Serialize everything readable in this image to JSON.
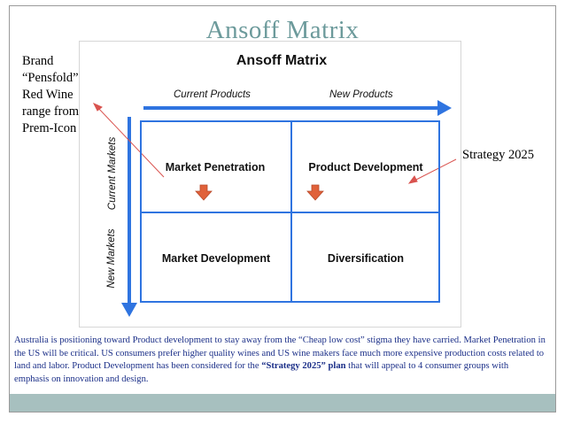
{
  "slide": {
    "title": "Ansoff Matrix",
    "accent_color": "#6c9a9b",
    "band_color": "#a7c0bf"
  },
  "diagram": {
    "title": "Ansoff Matrix",
    "axis_color": "#2f74e0",
    "top_axis": {
      "left_label": "Current Products",
      "right_label": "New Products"
    },
    "left_axis": {
      "top_label": "Current Markets",
      "bottom_label": "New Markets"
    },
    "cells": {
      "top_left": "Market Penetration",
      "top_right": "Product Development",
      "bottom_left": "Market Development",
      "bottom_right": "Diversification"
    },
    "down_arrow_color": "#e0613a"
  },
  "annotations": {
    "brand_note": [
      "Brand",
      "“Pensfold”",
      "Red Wine",
      "range from",
      "Prem-Icon"
    ],
    "strategy_note": "Strategy 2025",
    "pointer_color": "#d9534f"
  },
  "paragraph": {
    "part1": "Australia is positioning toward Product development to stay away from the “Cheap low cost” stigma they have carried. Market Penetration in the US will be critical. US consumers prefer higher quality wines and US wine makers face much more expensive production costs related to land and labor.  Product Development has been considered for the ",
    "bold": "“Strategy 2025” plan",
    "part2": " that will appeal to 4 consumer groups with emphasis on innovation and design.",
    "text_color": "#1b2f88"
  }
}
